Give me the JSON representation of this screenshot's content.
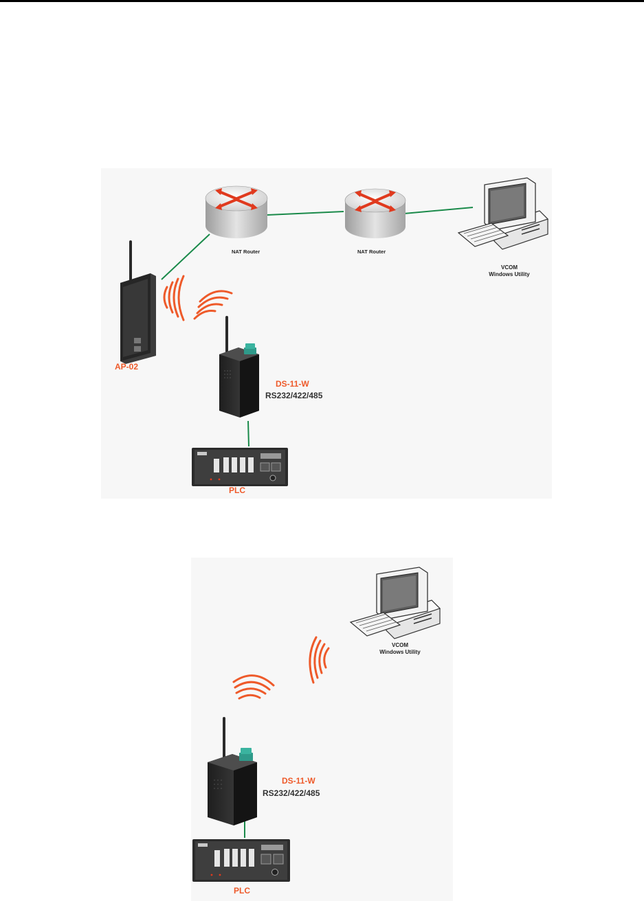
{
  "diagram1": {
    "router1_label": "NAT Router",
    "router2_label": "NAT Router",
    "pc_label_line1": "VCOM",
    "pc_label_line2": "Windows Utility",
    "ap_label": "AP-02",
    "device_name": "DS-11-W",
    "device_ports": "RS232/422/485",
    "plc_label": "PLC"
  },
  "diagram2": {
    "pc_label_line1": "VCOM",
    "pc_label_line2": "Windows Utility",
    "device_name": "DS-11-W",
    "device_ports": "RS232/422/485",
    "plc_label": "PLC"
  },
  "colors": {
    "link_green": "#1a8a4a",
    "wireless_orange": "#ee5a2a",
    "label_orange": "#ee5a2a",
    "router_arrow_red": "#e03a1e"
  }
}
